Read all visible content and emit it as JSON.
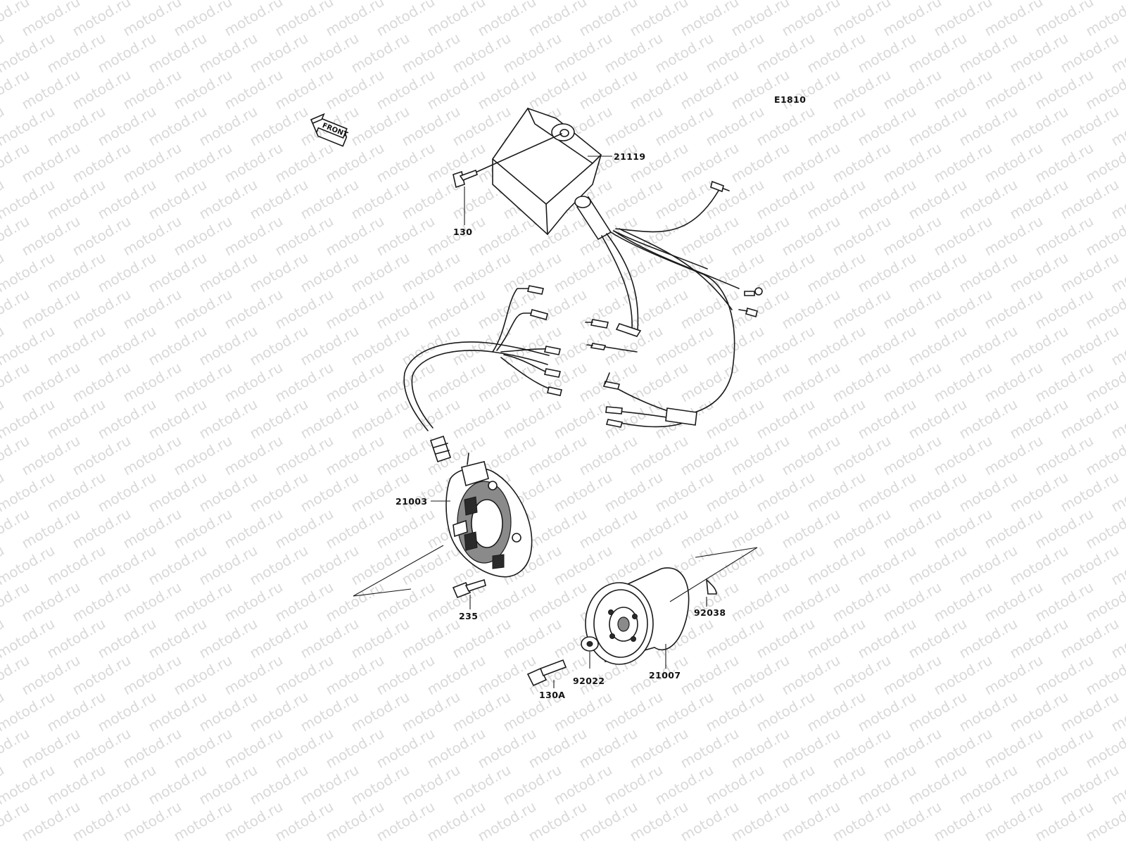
{
  "diagram": {
    "code": "E1810",
    "direction_label": "FRONT",
    "watermark_text": "motod.ru",
    "part_labels": {
      "igniter": "21119",
      "igniter_bolt": "130",
      "stator": "21003",
      "stator_screw": "235",
      "flywheel": "21007",
      "key": "92038",
      "washer": "92022",
      "flywheel_bolt": "130A"
    }
  }
}
